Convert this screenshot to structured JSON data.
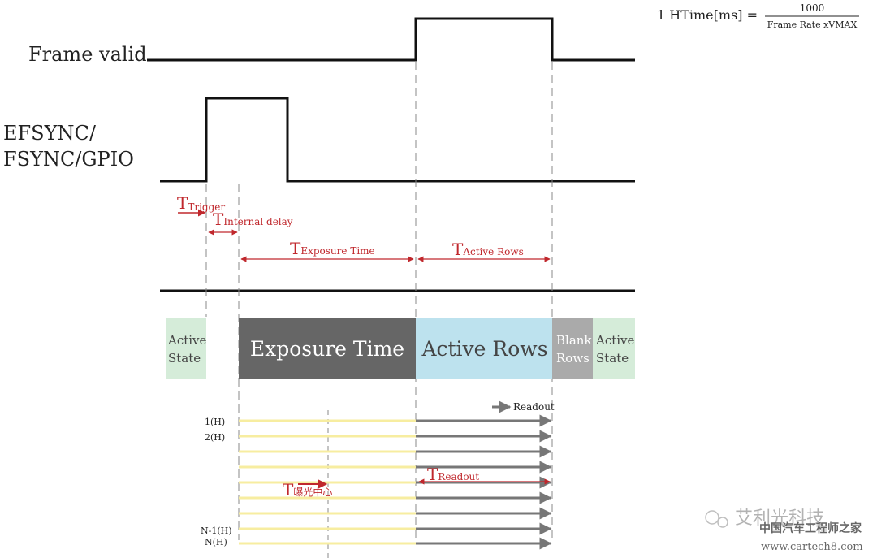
{
  "formula": {
    "lhs": "1 HTime[ms] =",
    "numerator": "1000",
    "denominator": "Frame Rate xVMAX"
  },
  "signals": {
    "frame_valid": "Frame valid",
    "efsync_line1": "EFSYNC/",
    "efsync_line2": "FSYNC/GPIO"
  },
  "timings": {
    "t_trigger": {
      "main": "T",
      "sub": "Trigger"
    },
    "t_internal_delay": {
      "main": "T",
      "sub": "Internal delay"
    },
    "t_exposure": {
      "main": "T",
      "sub": "Exposure Time"
    },
    "t_active_rows": {
      "main": "T",
      "sub": "Active Rows"
    },
    "t_readout": {
      "main": "T",
      "sub": "Readout"
    },
    "t_center": {
      "main": "T",
      "sub": "曝光中心"
    }
  },
  "blocks": {
    "active_state_left": {
      "line1": "Active",
      "line2": "State",
      "color": "#d5ecd9"
    },
    "exposure_time": {
      "label": "Exposure Time",
      "color": "#666666"
    },
    "active_rows": {
      "label": "Active Rows",
      "color": "#bde2ee"
    },
    "blank_rows": {
      "line1": "Blank",
      "line2": "Rows",
      "color": "#aaaaaa"
    },
    "active_state_right": {
      "line1": "Active",
      "line2": "State",
      "color": "#d5ecd9"
    }
  },
  "rows": {
    "readout_legend": "Readout",
    "label_1": "1(H)",
    "label_2": "2(H)",
    "label_n1": "N-1(H)",
    "label_n": "N(H)",
    "exposure_line_color": "#f7eda0",
    "readout_line_color": "#777777"
  },
  "watermark": {
    "brand": "艾利光科技",
    "site_cn": "中国汽车工程师之家",
    "site_url": "www.cartech8.com"
  }
}
